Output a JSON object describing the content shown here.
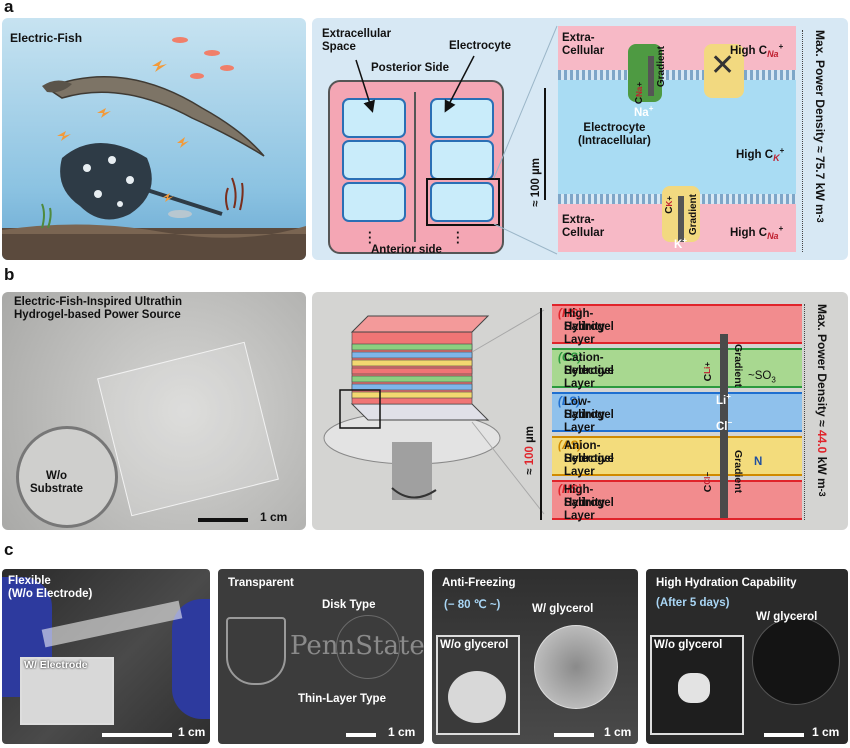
{
  "labels": {
    "a": "a",
    "b": "b",
    "c": "c"
  },
  "panel_a": {
    "fish_title": "Electric-Fish",
    "extracellular_space": "Extracellular\nSpace",
    "electrocyte": "Electrocyte",
    "posterior": "Posterior Side",
    "anterior": "Anterior side",
    "thickness": "≈ 100 µm",
    "extra_top": "Extra-\nCellular",
    "extra_bottom": "Extra-\nCellular",
    "intracellular": "Electrocyte\n(Intracellular)",
    "high_na_top": "High C",
    "high_k": "High C",
    "high_na_bottom": "High C",
    "sub_na": "Na",
    "sub_k": "K",
    "sup_plus": "+",
    "gradient": "Gradient",
    "c_na": "C",
    "c_k": "C",
    "na_ion": "Na",
    "k_ion": "K",
    "power": "Max. Power Density ≈ 75.7 kW m",
    "power_exp": "-3"
  },
  "panel_b": {
    "title": "Electric-Fish-Inspired Ultrathin\nHydrogel-based Power Source",
    "wo_substrate": "W/o\nSubstrate",
    "scale": "1 cm",
    "thickness_prefix": "≈",
    "thickness_value": "100",
    "thickness_unit": "µm",
    "layers": [
      {
        "name": "High-Salinity ",
        "abbr": "(HS)",
        "tail": "Hydrogel Layer",
        "color": "#f28c8e",
        "accent": "#e0242b"
      },
      {
        "name": "Cation-Selective ",
        "abbr": "(CS)",
        "tail": "Hydrogel Layer",
        "color": "#a8d890",
        "accent": "#2c9a3e"
      },
      {
        "name": "Low-Salinity ",
        "abbr": "(LS)",
        "tail": "Hydrogel Layer",
        "color": "#8fc1ec",
        "accent": "#1f6fd0"
      },
      {
        "name": "Anion-Selective ",
        "abbr": "(AS)",
        "tail": "Hydrogel Layer",
        "color": "#f3dc7c",
        "accent": "#d08a00"
      },
      {
        "name": "High-Salinity ",
        "abbr": "(HS)",
        "tail": "Hydrogel Layer",
        "color": "#f28c8e",
        "accent": "#e0242b"
      }
    ],
    "gradient": "Gradient",
    "c_li": "C",
    "sub_li": "Li",
    "c_cl": "C",
    "sub_cl": "Cl",
    "li_ion": "Li",
    "cl_ion": "Cl",
    "so3": "SO",
    "so3_sub": "3",
    "n_plus": "N",
    "power_prefix": "Max. Power Density ≈ ",
    "power_value": "44.0",
    "power_unit": " kW m",
    "power_exp": "-3"
  },
  "panel_c": {
    "flexible": "Flexible\n(W/o Electrode)",
    "w_electrode": "W/ Electrode",
    "transparent": "Transparent",
    "disk_type": "Disk Type",
    "thin_layer_type": "Thin-Layer Type",
    "pennstate": "PennState",
    "anti_freezing": "Anti-Freezing",
    "temp": "(− 80 ℃ ~)",
    "w_glycerol": "W/ glycerol",
    "wo_glycerol": "W/o glycerol",
    "hydration": "High Hydration Capability",
    "after": "(After 5 days)",
    "w_glycerol2": "W/ glycerol",
    "wo_glycerol2": "W/o glycerol",
    "scale": "1 cm"
  }
}
